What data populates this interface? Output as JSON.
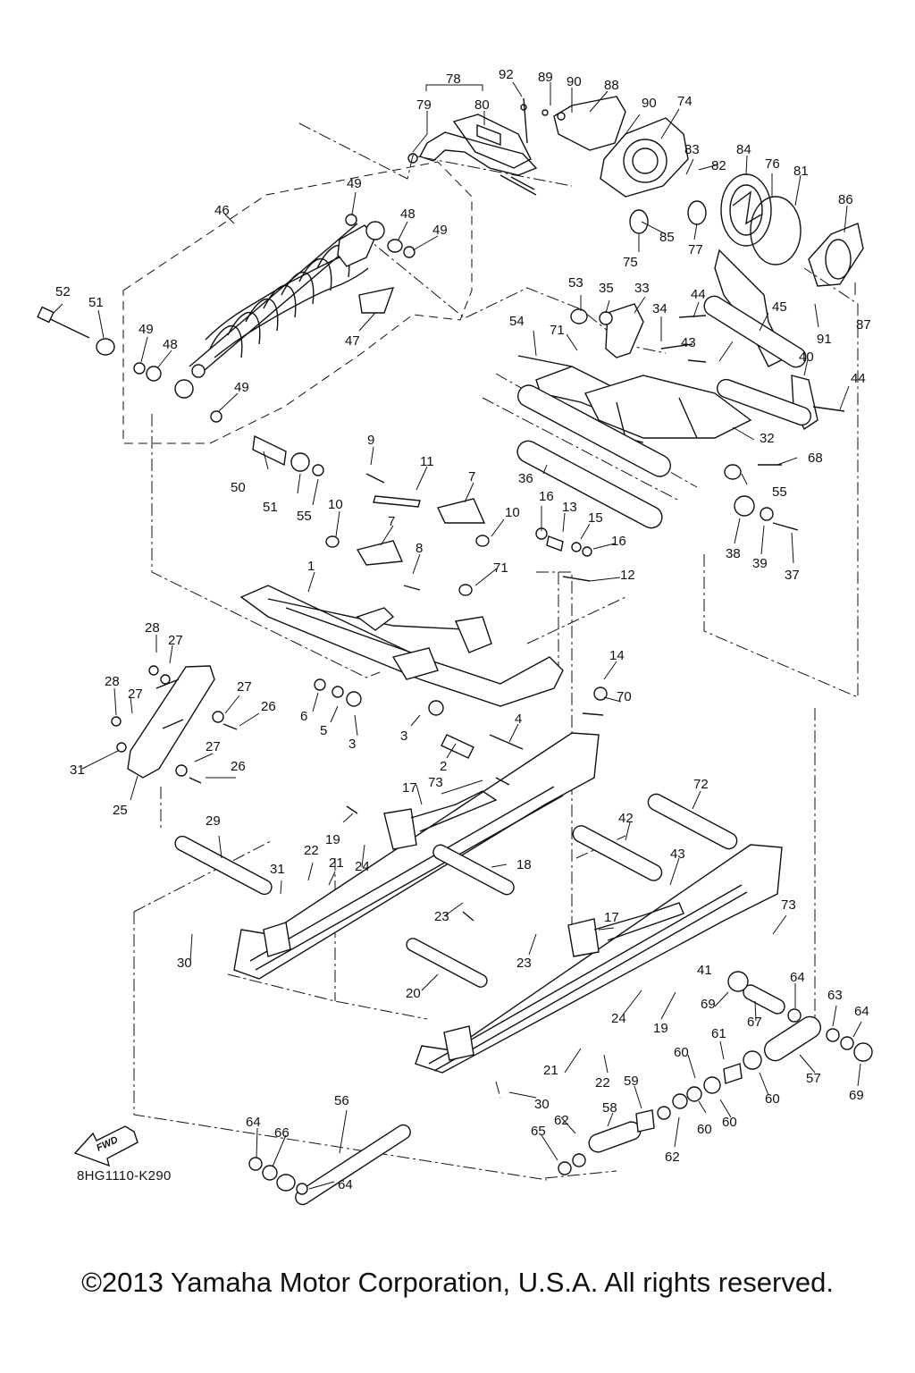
{
  "figure": {
    "ref_code": "8HG1110-K290",
    "direction_label": "FWD",
    "copyright": "©2013 Yamaha Motor Corporation, U.S.A. All rights reserved."
  },
  "callouts": {
    "c1": "1",
    "c2": "2",
    "c3": "3",
    "c3b": "3",
    "c4": "4",
    "c5": "5",
    "c6": "6",
    "c7": "7",
    "c7b": "7",
    "c8": "8",
    "c9": "9",
    "c10": "10",
    "c10b": "10",
    "c11": "11",
    "c12": "12",
    "c13": "13",
    "c14": "14",
    "c15": "15",
    "c16": "16",
    "c16b": "16",
    "c17": "17",
    "c17b": "17",
    "c18": "18",
    "c19": "19",
    "c19b": "19",
    "c20": "20",
    "c21": "21",
    "c21b": "21",
    "c22": "22",
    "c22b": "22",
    "c23": "23",
    "c23b": "23",
    "c24": "24",
    "c24b": "24",
    "c25": "25",
    "c26": "26",
    "c26b": "26",
    "c27": "27",
    "c27b": "27",
    "c27c": "27",
    "c27d": "27",
    "c28": "28",
    "c28b": "28",
    "c29": "29",
    "c30": "30",
    "c30b": "30",
    "c31": "31",
    "c31b": "31",
    "c32": "32",
    "c33": "33",
    "c34": "34",
    "c35": "35",
    "c36": "36",
    "c37": "37",
    "c38": "38",
    "c39": "39",
    "c40": "40",
    "c41": "41",
    "c42": "42",
    "c43": "43",
    "c43b": "43",
    "c44": "44",
    "c44b": "44",
    "c45": "45",
    "c46": "46",
    "c47": "47",
    "c48": "48",
    "c48b": "48",
    "c49": "49",
    "c49b": "49",
    "c49c": "49",
    "c49d": "49",
    "c50": "50",
    "c51": "51",
    "c51b": "51",
    "c52": "52",
    "c53": "53",
    "c54": "54",
    "c55": "55",
    "c55b": "55",
    "c56": "56",
    "c57": "57",
    "c58": "58",
    "c59": "59",
    "c60": "60",
    "c60b": "60",
    "c60c": "60",
    "c60d": "60",
    "c61": "61",
    "c62": "62",
    "c62b": "62",
    "c63": "63",
    "c64": "64",
    "c64b": "64",
    "c64c": "64",
    "c64d": "64",
    "c65": "65",
    "c66": "66",
    "c67": "67",
    "c68": "68",
    "c69": "69",
    "c69b": "69",
    "c70": "70",
    "c71": "71",
    "c71b": "71",
    "c72": "72",
    "c73": "73",
    "c73b": "73",
    "c74": "74",
    "c75": "75",
    "c76": "76",
    "c77": "77",
    "c78": "78",
    "c79": "79",
    "c80": "80",
    "c81": "81",
    "c82": "82",
    "c83": "83",
    "c84": "84",
    "c85": "85",
    "c86": "86",
    "c87": "87",
    "c88": "88",
    "c89": "89",
    "c90": "90",
    "c90b": "90",
    "c91": "91",
    "c92": "92"
  }
}
